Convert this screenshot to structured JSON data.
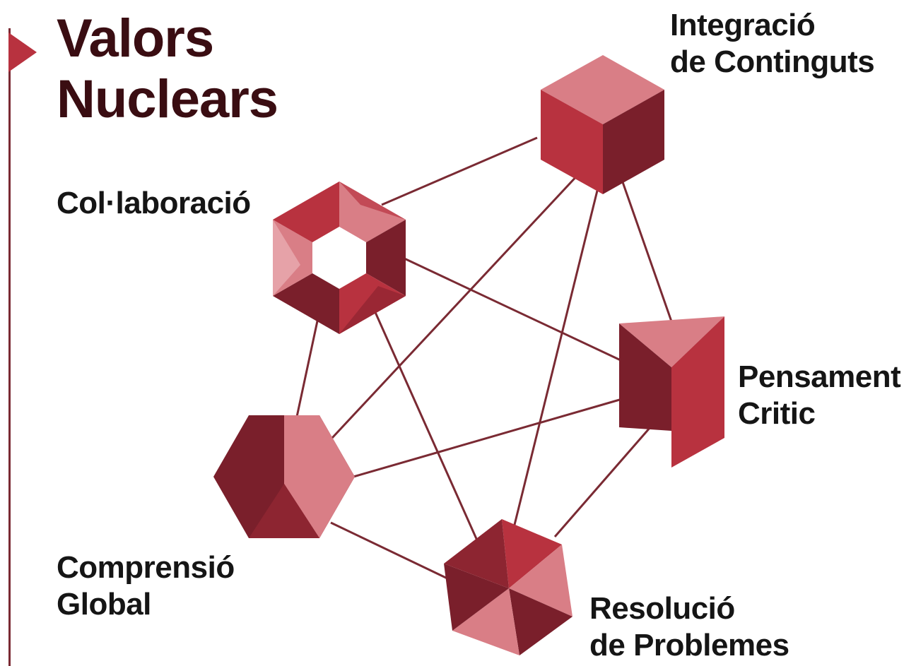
{
  "title": {
    "line1": "Valors",
    "line2": "Nuclears"
  },
  "nodes": {
    "integracio": {
      "line1": "Integració",
      "line2": "de Continguts",
      "icon": "cube-icon"
    },
    "collaboracio": {
      "line1": "Col·laboració",
      "icon": "hexagon-ring-icon"
    },
    "pensament": {
      "line1": "Pensament",
      "line2": "Critic",
      "icon": "prism-icon"
    },
    "comprensio": {
      "line1": "Comprensió",
      "line2": "Global",
      "icon": "hexagon-icon"
    },
    "resolucio": {
      "line1": "Resolució",
      "line2": "de Problemes",
      "icon": "faceted-hexagon-icon"
    }
  },
  "colors": {
    "dark": "#7a1f2b",
    "mid": "#b8323f",
    "light": "#d97e86",
    "line": "#7a2a33",
    "title": "#3a0d12",
    "text": "#151515"
  }
}
